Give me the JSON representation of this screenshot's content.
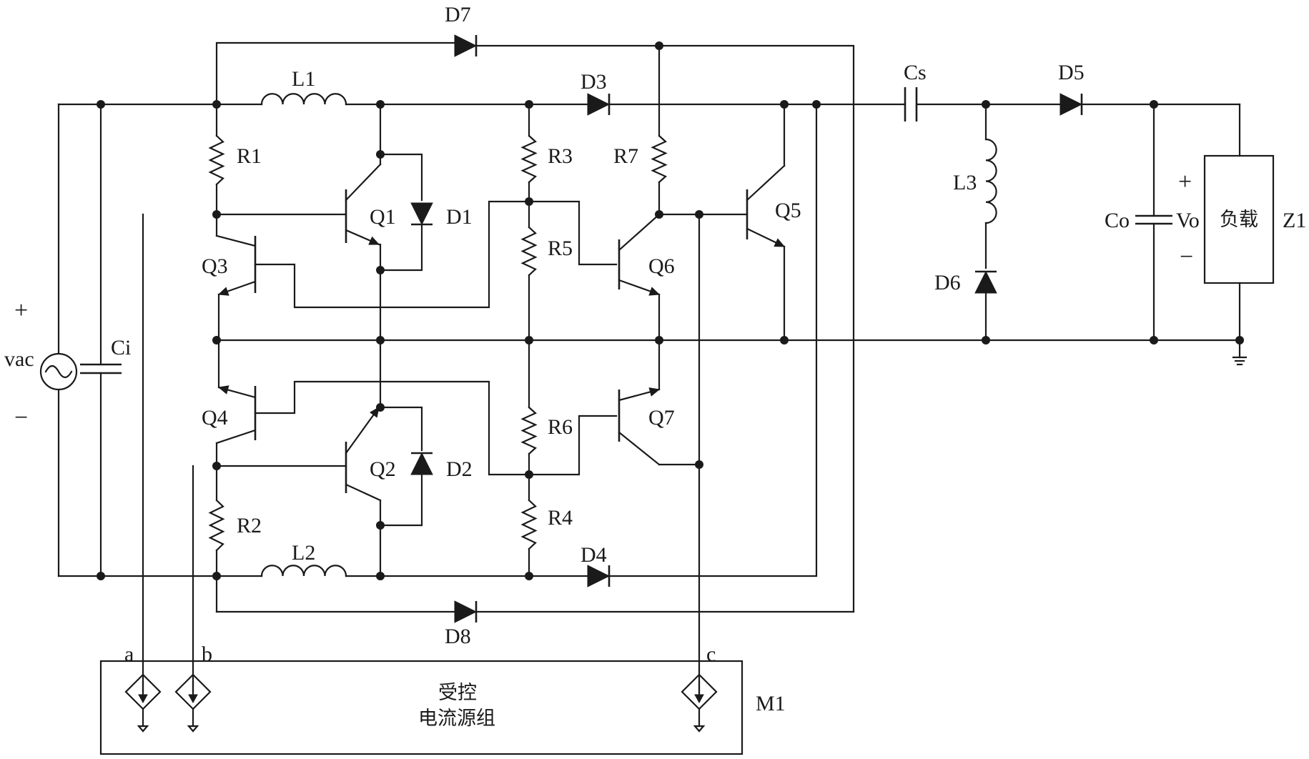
{
  "components": {
    "source": "vac",
    "source_plus": "+",
    "source_minus": "−",
    "ci": "Ci",
    "l1": "L1",
    "l2": "L2",
    "l3": "L3",
    "r1": "R1",
    "r2": "R2",
    "r3": "R3",
    "r4": "R4",
    "r5": "R5",
    "r6": "R6",
    "r7": "R7",
    "q1": "Q1",
    "q2": "Q2",
    "q3": "Q3",
    "q4": "Q4",
    "q5": "Q5",
    "q6": "Q6",
    "q7": "Q7",
    "d1": "D1",
    "d2": "D2",
    "d3": "D3",
    "d4": "D4",
    "d5": "D5",
    "d6": "D6",
    "d7": "D7",
    "d8": "D8",
    "cs": "Cs",
    "co": "Co",
    "vo": "Vo",
    "vo_plus": "+",
    "vo_minus": "−",
    "load": "负载",
    "z1": "Z1"
  },
  "module": {
    "name": "M1",
    "title_line1": "受控",
    "title_line2": "电流源组",
    "port_a": "a",
    "port_b": "b",
    "port_c": "c"
  }
}
